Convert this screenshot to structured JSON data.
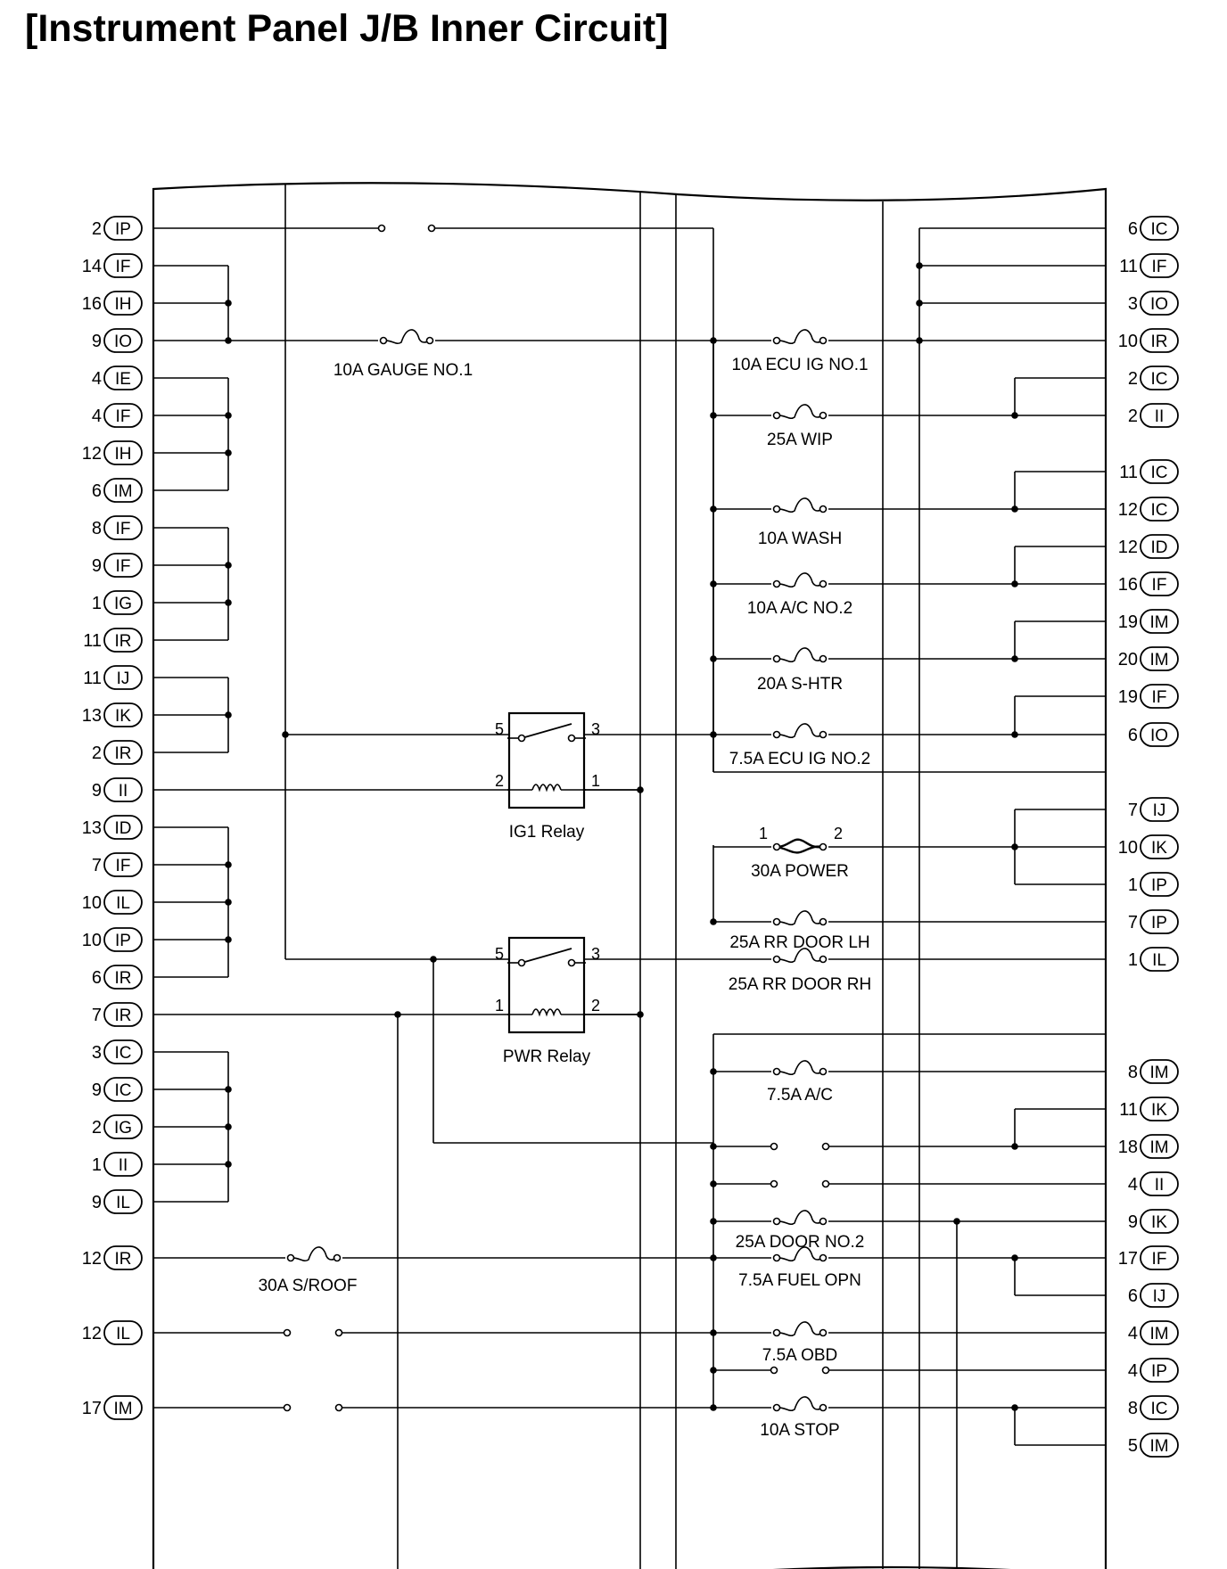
{
  "title": "[Instrument Panel J/B Inner Circuit]",
  "left_pins": [
    {
      "num": "2",
      "code": "IP"
    },
    {
      "num": "14",
      "code": "IF"
    },
    {
      "num": "16",
      "code": "IH"
    },
    {
      "num": "9",
      "code": "IO"
    },
    {
      "num": "4",
      "code": "IE"
    },
    {
      "num": "4",
      "code": "IF"
    },
    {
      "num": "12",
      "code": "IH"
    },
    {
      "num": "6",
      "code": "IM"
    },
    {
      "num": "8",
      "code": "IF"
    },
    {
      "num": "9",
      "code": "IF"
    },
    {
      "num": "1",
      "code": "IG"
    },
    {
      "num": "11",
      "code": "IR"
    },
    {
      "num": "11",
      "code": "IJ"
    },
    {
      "num": "13",
      "code": "IK"
    },
    {
      "num": "2",
      "code": "IR"
    },
    {
      "num": "9",
      "code": "II"
    },
    {
      "num": "13",
      "code": "ID"
    },
    {
      "num": "7",
      "code": "IF"
    },
    {
      "num": "10",
      "code": "IL"
    },
    {
      "num": "10",
      "code": "IP"
    },
    {
      "num": "6",
      "code": "IR"
    },
    {
      "num": "7",
      "code": "IR"
    },
    {
      "num": "3",
      "code": "IC"
    },
    {
      "num": "9",
      "code": "IC"
    },
    {
      "num": "2",
      "code": "IG"
    },
    {
      "num": "1",
      "code": "II"
    },
    {
      "num": "9",
      "code": "IL"
    },
    {
      "num": "12",
      "code": "IR"
    },
    {
      "num": "12",
      "code": "IL"
    },
    {
      "num": "17",
      "code": "IM"
    }
  ],
  "right_pins": [
    {
      "num": "6",
      "code": "IC"
    },
    {
      "num": "11",
      "code": "IF"
    },
    {
      "num": "3",
      "code": "IO"
    },
    {
      "num": "10",
      "code": "IR"
    },
    {
      "num": "2",
      "code": "IC"
    },
    {
      "num": "2",
      "code": "II"
    },
    {
      "num": "11",
      "code": "IC"
    },
    {
      "num": "12",
      "code": "IC"
    },
    {
      "num": "12",
      "code": "ID"
    },
    {
      "num": "16",
      "code": "IF"
    },
    {
      "num": "19",
      "code": "IM"
    },
    {
      "num": "20",
      "code": "IM"
    },
    {
      "num": "19",
      "code": "IF"
    },
    {
      "num": "6",
      "code": "IO"
    },
    {
      "num": "7",
      "code": "IJ"
    },
    {
      "num": "10",
      "code": "IK"
    },
    {
      "num": "1",
      "code": "IP"
    },
    {
      "num": "7",
      "code": "IP"
    },
    {
      "num": "1",
      "code": "IL"
    },
    {
      "num": "8",
      "code": "IM"
    },
    {
      "num": "11",
      "code": "IK"
    },
    {
      "num": "18",
      "code": "IM"
    },
    {
      "num": "4",
      "code": "II"
    },
    {
      "num": "9",
      "code": "IK"
    },
    {
      "num": "17",
      "code": "IF"
    },
    {
      "num": "6",
      "code": "IJ"
    },
    {
      "num": "4",
      "code": "IM"
    },
    {
      "num": "4",
      "code": "IP"
    },
    {
      "num": "8",
      "code": "IC"
    },
    {
      "num": "5",
      "code": "IM"
    }
  ],
  "fuses": [
    {
      "label": "10A GAUGE NO.1"
    },
    {
      "label": "10A ECU IG NO.1"
    },
    {
      "label": "25A WIP"
    },
    {
      "label": "10A WASH"
    },
    {
      "label": "10A A/C NO.2"
    },
    {
      "label": "20A S-HTR"
    },
    {
      "label": "7.5A ECU IG NO.2"
    },
    {
      "label": "30A POWER"
    },
    {
      "label": "25A RR DOOR LH"
    },
    {
      "label": "25A RR DOOR RH"
    },
    {
      "label": "7.5A A/C"
    },
    {
      "label": "25A DOOR NO.2"
    },
    {
      "label": "7.5A FUEL OPN"
    },
    {
      "label": "30A S/ROOF"
    },
    {
      "label": "7.5A OBD"
    },
    {
      "label": "10A STOP"
    }
  ],
  "relays": [
    {
      "label": "IG1 Relay",
      "t1": "5",
      "t2": "3",
      "t3": "2",
      "t4": "1"
    },
    {
      "label": "PWR Relay",
      "t1": "5",
      "t2": "3",
      "t3": "1",
      "t4": "2"
    }
  ],
  "power_terminals": {
    "t1": "1",
    "t2": "2"
  }
}
